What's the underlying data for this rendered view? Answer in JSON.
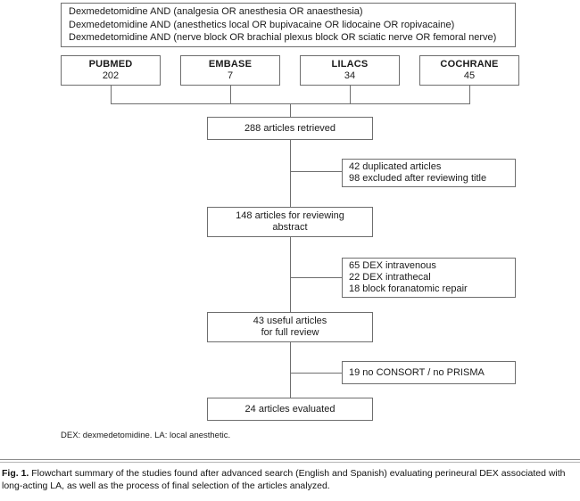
{
  "figure": {
    "query_box": {
      "lines": [
        "Dexmedetomidine AND (analgesia OR anesthesia OR anaesthesia)",
        "Dexmedetomidine AND (anesthetics local OR bupivacaine OR lidocaine OR ropivacaine)",
        "Dexmedetomidine AND (nerve block OR brachial plexus block OR sciatic nerve OR femoral nerve)"
      ]
    },
    "databases": [
      {
        "name": "PUBMED",
        "count": "202"
      },
      {
        "name": "EMBASE",
        "count": "7"
      },
      {
        "name": "LILACS",
        "count": "34"
      },
      {
        "name": "COCHRANE",
        "count": "45"
      }
    ],
    "stages": [
      {
        "line1": "288 articles retrieved",
        "line2": ""
      },
      {
        "line1": "148 articles for reviewing",
        "line2": "abstract"
      },
      {
        "line1": "43 useful articles",
        "line2": "for full review"
      },
      {
        "line1": "24 articles evaluated",
        "line2": ""
      }
    ],
    "exclusions": [
      {
        "lines": [
          "42 duplicated articles",
          "98 excluded after reviewing title"
        ]
      },
      {
        "lines": [
          "65 DEX intravenous",
          "22 DEX intrathecal",
          "18 block foranatomic repair"
        ]
      },
      {
        "lines": [
          "19 no CONSORT / no PRISMA"
        ]
      }
    ],
    "footnote": "DEX: dexmedetomidine. LA: local anesthetic.",
    "caption": {
      "label": "Fig. 1.",
      "text": "Flowchart summary of the studies found after advanced search (English and Spanish) evaluating perineural DEX associated with long-acting LA, as well as the process of final selection of the articles analyzed."
    }
  },
  "colors": {
    "stroke": "#6e6e6e",
    "text": "#1a1a1a",
    "background": "#ffffff"
  }
}
